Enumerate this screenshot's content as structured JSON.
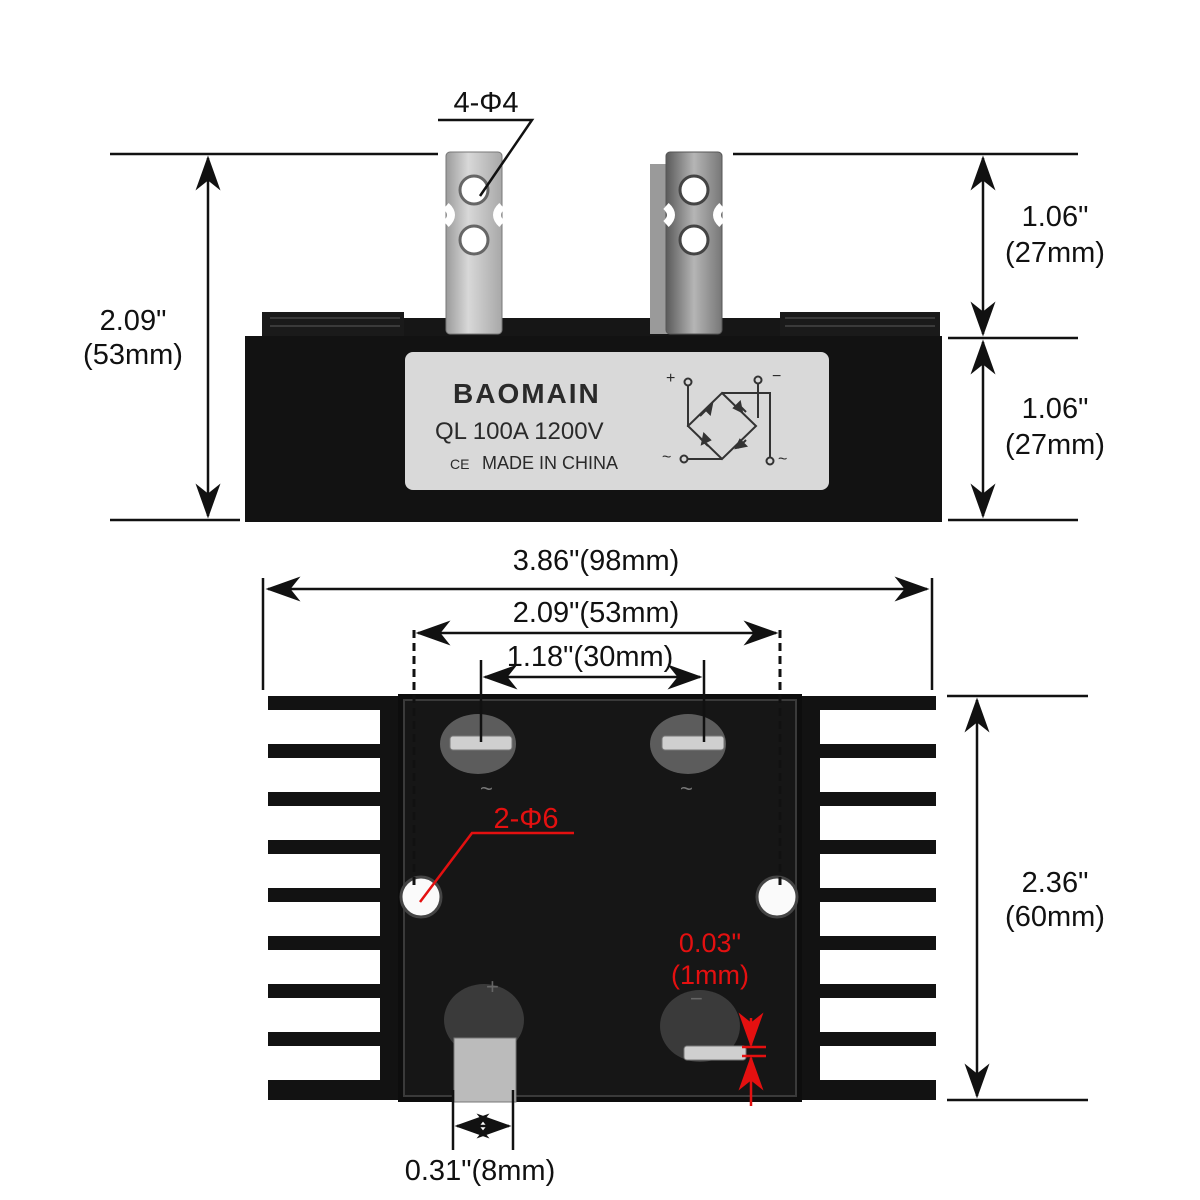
{
  "top_view": {
    "height_total": {
      "inch": "2.09\"",
      "mm": "(53mm)"
    },
    "terminal_height": {
      "inch": "1.06\"",
      "mm": "(27mm)"
    },
    "body_height": {
      "inch": "1.06\"",
      "mm": "(27mm)"
    },
    "hole_callout": "4-Φ4",
    "label_plate": {
      "brand": "BAOMAIN",
      "model": "QL 100A 1200V",
      "ce_mark": "CE",
      "origin": "MADE IN CHINA",
      "schematic": {
        "plus": "+",
        "minus": "−",
        "ac_left": "~",
        "ac_right": "~"
      }
    }
  },
  "bottom_view": {
    "overall_width": "3.86\"(98mm)",
    "mount_hole_spacing": "2.09\"(53mm)",
    "terminal_spacing": "1.18\"(30mm)",
    "depth": {
      "inch": "2.36\"",
      "mm": "(60mm)"
    },
    "mount_hole_callout": "2-Φ6",
    "terminal_thickness": {
      "inch": "0.03\"",
      "mm": "(1mm)"
    },
    "terminal_width": "0.31\"(8mm)",
    "terminal_marks": {
      "ac1": "~",
      "ac2": "~",
      "plus": "+",
      "minus": "−"
    }
  },
  "colors": {
    "dimension": "#111111",
    "callout_red": "#e41010",
    "body": "#121212",
    "plate": "#d9d9d9"
  }
}
